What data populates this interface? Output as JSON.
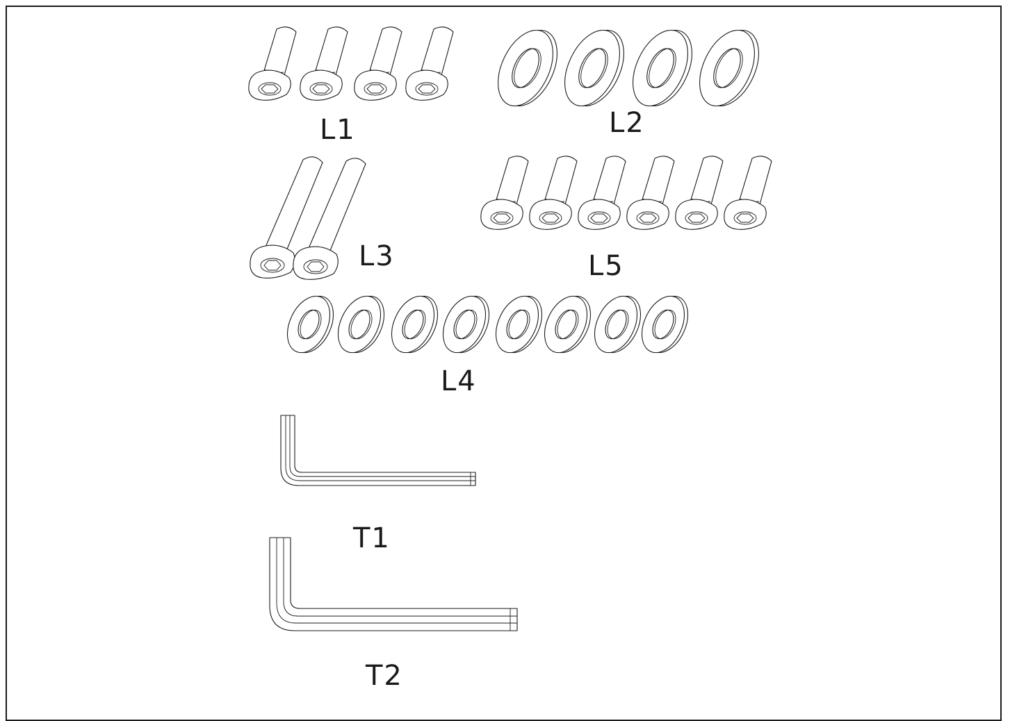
{
  "labels": {
    "l1": "L1",
    "l2": "L2",
    "l3": "L3",
    "l4": "L4",
    "l5": "L5",
    "t1": "T1",
    "t2": "T2"
  },
  "colors": {
    "line": "#1a1a1a",
    "background": "#ffffff"
  },
  "icons": {
    "bolt": "button-head-hex-bolt-icon",
    "washer": "flat-washer-icon",
    "key": "hex-allen-key-icon"
  }
}
